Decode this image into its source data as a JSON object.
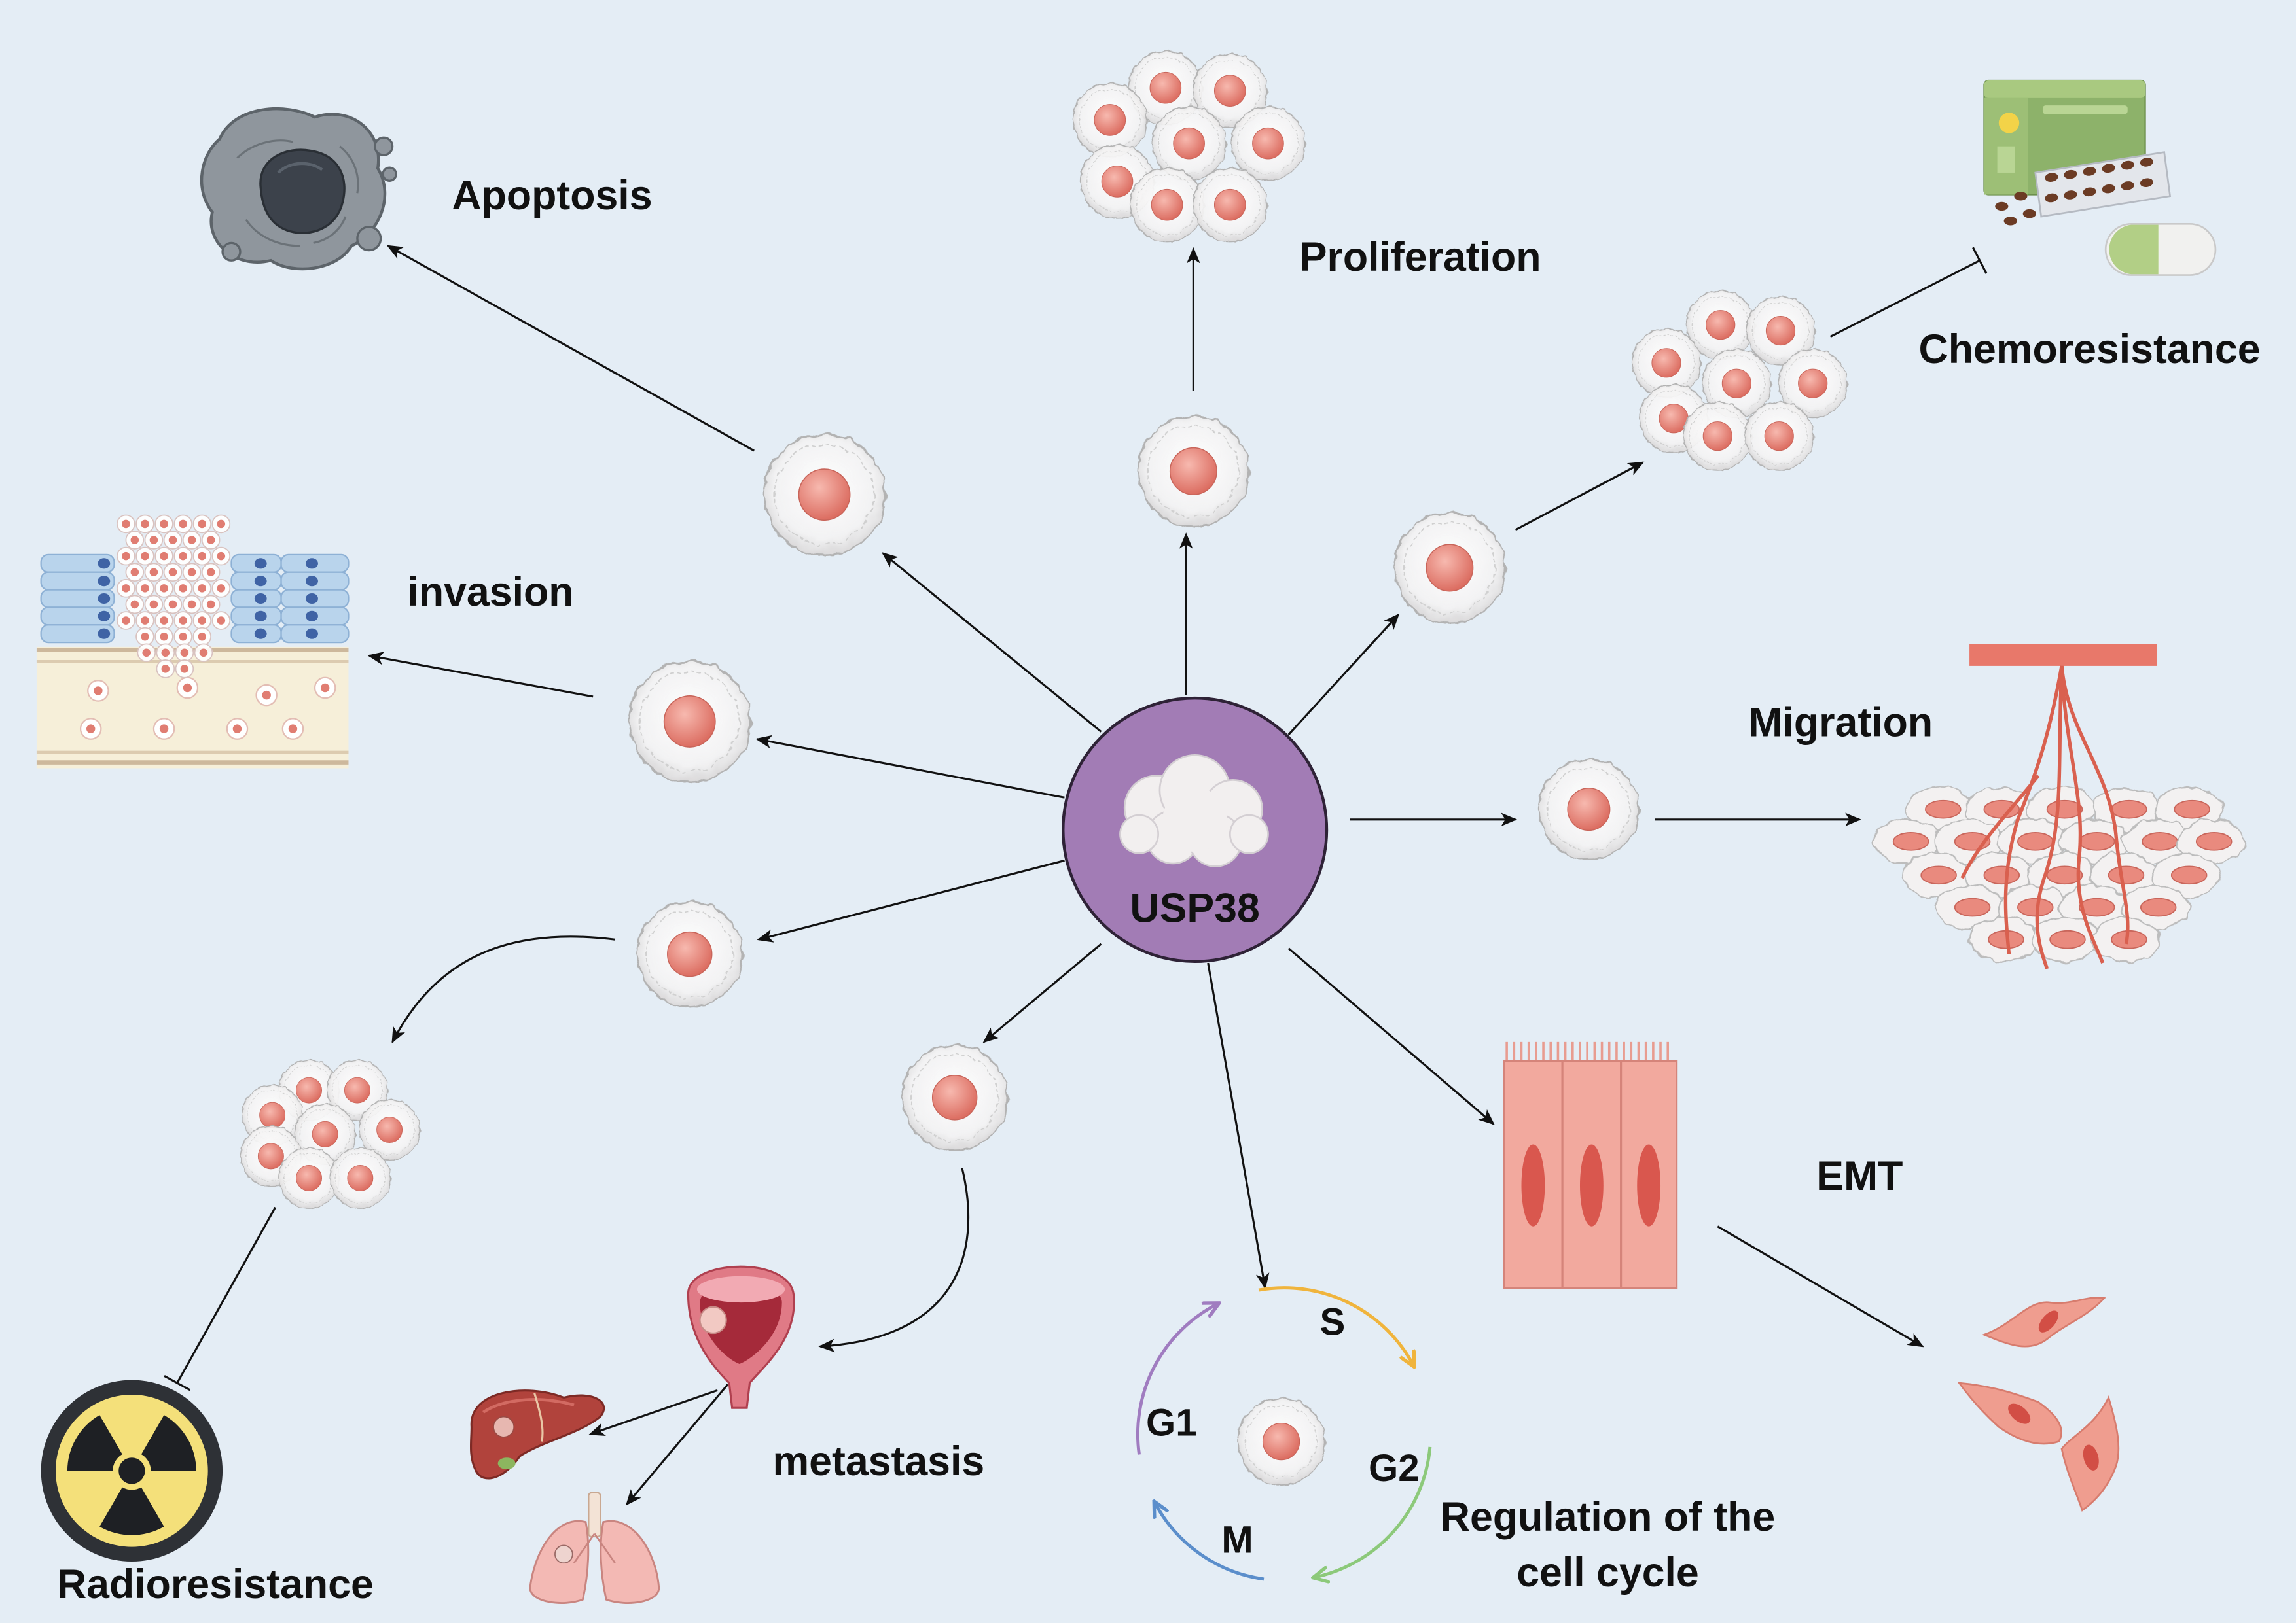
{
  "center": {
    "label": "USP38"
  },
  "outcomes": {
    "apoptosis": "Apoptosis",
    "proliferation": "Proliferation",
    "chemoresistance": "Chemoresistance",
    "invasion": "invasion",
    "migration": "Migration",
    "emt": "EMT",
    "metastasis": "metastasis",
    "cell_cycle": [
      "Regulation of the",
      "cell cycle"
    ],
    "radioresistance": "Radioresistance"
  },
  "cell_cycle_phases": {
    "s": "S",
    "g2": "G2",
    "m": "M",
    "g1": "G1"
  },
  "icons": {
    "center": "tumor-mass-icon",
    "apoptosis": "apoptotic-cell-icon",
    "proliferation": "cell-cluster-icon",
    "chemoresistance": "drug-package-icon",
    "invasion": "tissue-invasion-icon",
    "migration": "migrating-cells-icon",
    "emt": "epithelial-cells-icon",
    "metastasis": "bladder-liver-lung-icon",
    "radioresistance": "radiation-symbol-icon"
  },
  "colors": {
    "background": "#e4edf5",
    "usp38_circle": "#a27cb5",
    "phase_s": "#f0b43c",
    "phase_g2": "#8cc97a",
    "phase_m": "#5b8ecb",
    "phase_g1": "#a07cc0",
    "radiation": "#f4e07a"
  }
}
